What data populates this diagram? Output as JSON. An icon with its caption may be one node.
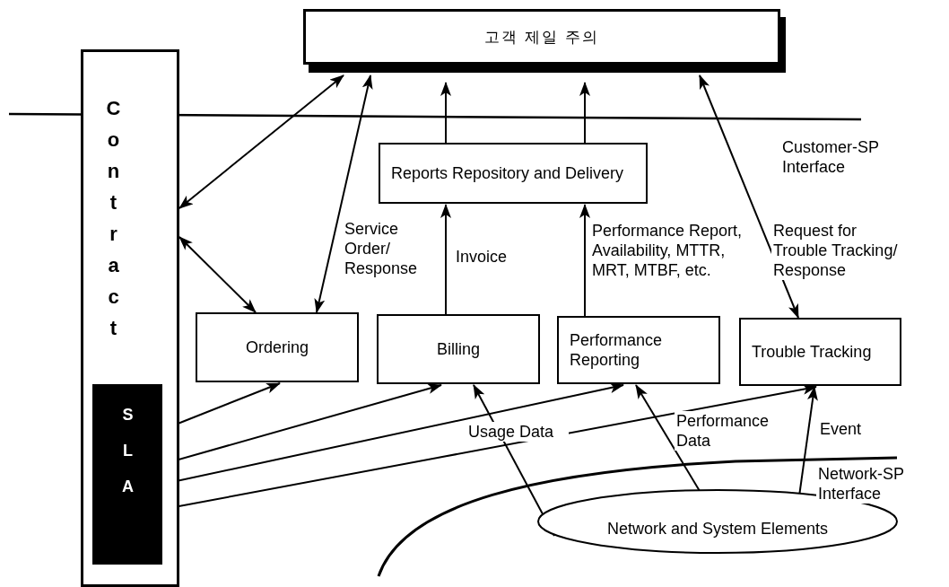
{
  "diagram": {
    "nodes": [
      {
        "text": [
          "고객 제일 주의"
        ]
      },
      {
        "text": [
          "Contract"
        ]
      },
      {
        "text": [
          "SLA"
        ],
        "in": 1
      },
      {
        "text": [
          "Reports Repository and Delivery"
        ]
      },
      {
        "text": [
          "Ordering"
        ]
      },
      {
        "text": [
          "Billing"
        ]
      },
      {
        "text": [
          "Performance Reporting"
        ]
      },
      {
        "text": [
          "Trouble Tracking"
        ]
      },
      {
        "text": [
          "Network and System Elements"
        ]
      }
    ],
    "edges": [
      {
        "from": 1,
        "to": 0,
        "arrow": "both"
      },
      {
        "from": 4,
        "to": 0,
        "arrow": "both",
        "label": "Service Order/ Response"
      },
      {
        "from": 1,
        "to": 4,
        "arrow": "both"
      },
      {
        "from": 3,
        "to": 0,
        "arrow": "to"
      },
      {
        "from": 3,
        "to": 0,
        "arrow": "to"
      },
      {
        "from": 5,
        "to": 3,
        "arrow": "to",
        "label": "Invoice"
      },
      {
        "from": 6,
        "to": 3,
        "arrow": "to",
        "label": "Performance Report, Availability, MTTR, MRT, MTBF, etc."
      },
      {
        "from": 0,
        "to": 7,
        "arrow": "both",
        "label": "Request for Trouble Tracking/ Response"
      },
      {
        "from": 2,
        "to": 4,
        "arrow": "to"
      },
      {
        "from": 2,
        "to": 5,
        "arrow": "to"
      },
      {
        "from": 2,
        "to": 6,
        "arrow": "to"
      },
      {
        "from": 2,
        "to": 7,
        "arrow": "to"
      },
      {
        "from": 8,
        "to": 5,
        "arrow": "to",
        "label": "Usage Data"
      },
      {
        "from": 8,
        "to": 6,
        "arrow": "to",
        "label": "Performance Data"
      },
      {
        "from": 8,
        "to": 7,
        "arrow": "to",
        "label": "Event"
      }
    ],
    "labels": [
      "Customer-SP Interface",
      "Network-SP Interface"
    ]
  }
}
